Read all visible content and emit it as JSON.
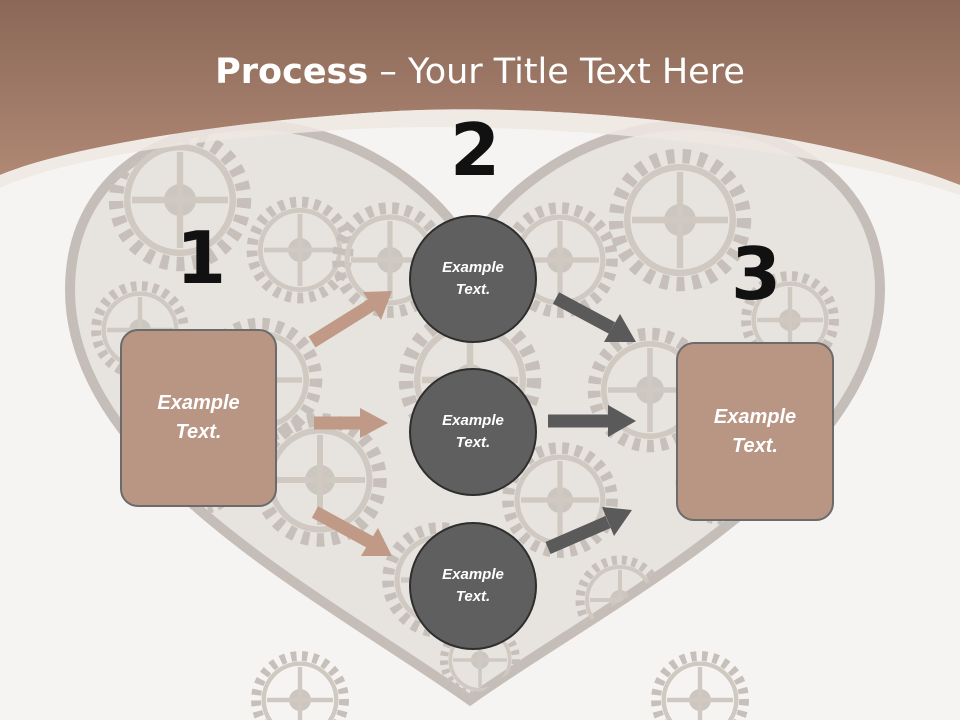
{
  "title": {
    "bold": "Process",
    "rest": " – Your Title Text Here"
  },
  "steps": [
    "1",
    "2",
    "3"
  ],
  "left_box": {
    "line1": "Example",
    "line2": "Text."
  },
  "right_box": {
    "line1": "Example",
    "line2": "Text."
  },
  "circles": [
    {
      "line1": "Example",
      "line2": "Text."
    },
    {
      "line1": "Example",
      "line2": "Text."
    },
    {
      "line1": "Example",
      "line2": "Text."
    }
  ],
  "colors": {
    "banner": "#a77f6b",
    "box": "#b99684",
    "circle": "#5f5f5f",
    "arrow_tan": "#c09a86",
    "arrow_gray": "#5a5a5a"
  }
}
